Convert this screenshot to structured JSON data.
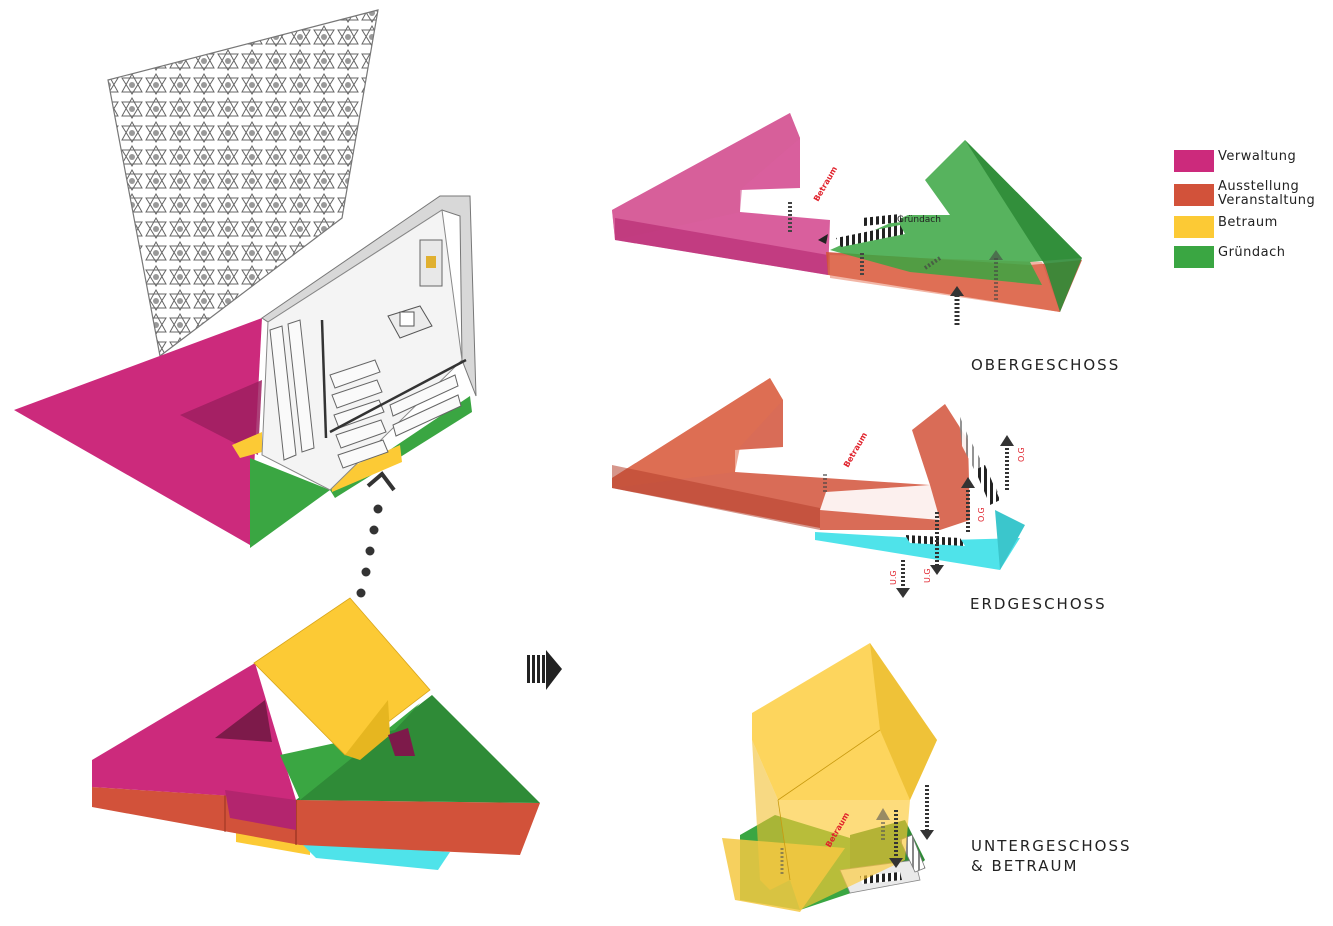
{
  "legend": {
    "items": [
      {
        "label": "Verwaltung",
        "color": "#cc2a7c"
      },
      {
        "label": "Ausstellung\nVeranstaltung",
        "color": "#d2523a"
      },
      {
        "label": "Betraum",
        "color": "#fcca35"
      },
      {
        "label": "Gründach",
        "color": "#3aa642"
      }
    ]
  },
  "floors": {
    "obergeschoss": {
      "title": "OBERGESCHOSS",
      "room_label": "Betraum",
      "roof_label": "Gründach"
    },
    "erdgeschoss": {
      "title": "ERDGESCHOSS",
      "room_label": "Betraum",
      "og_label": "O.G",
      "ug_label": "U.G"
    },
    "untergeschoss": {
      "title": "UNTERGESCHOSS\n& BETRAUM",
      "room_label": "Betraum"
    }
  },
  "colors": {
    "magenta": "#cc2a7c",
    "orange": "#d2523a",
    "yellow": "#fcca35",
    "green": "#3aa642",
    "dark_green": "#2f8b37",
    "cyan": "#4fe3ea",
    "label_red": "#e0212b"
  },
  "icons": [
    "arrow-right-icon",
    "dotted-arrow-icon"
  ]
}
